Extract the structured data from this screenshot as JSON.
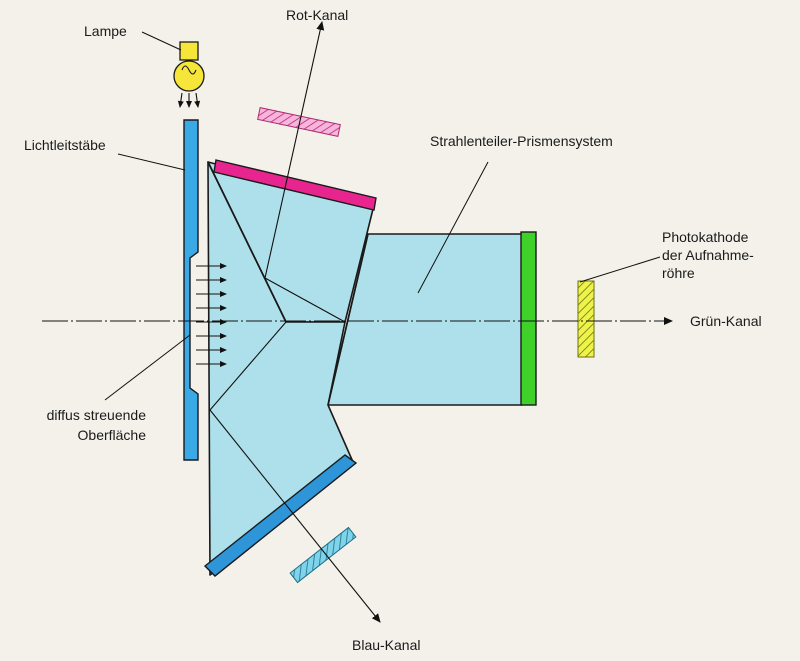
{
  "labels": {
    "lamp": "Lampe",
    "red_channel": "Rot-Kanal",
    "light_rods": "Lichtleitstäbe",
    "beam_splitter": "Strahlenteiler-Prismensystem",
    "photocathode_line1": "Photokathode",
    "photocathode_line2": "der Aufnahme-",
    "photocathode_line3": "röhre",
    "green_channel": "Grün-Kanal",
    "diffuse_line1": "diffus streuende",
    "diffuse_line2": "Oberfläche",
    "blue_channel": "Blau-Kanal"
  },
  "colors": {
    "background": "#f3f1ea",
    "prism": "#aee0ec",
    "light_rod": "#3aa9e6",
    "red_filter": "#e8258f",
    "green_filter": "#3fd12a",
    "blue_filter": "#2e96d8",
    "lamp": "#f6e63a",
    "red_target_hatch": "#f084c6",
    "blue_target_hatch": "#4fc0e0",
    "green_target_hatch": "#e6ee2a"
  }
}
